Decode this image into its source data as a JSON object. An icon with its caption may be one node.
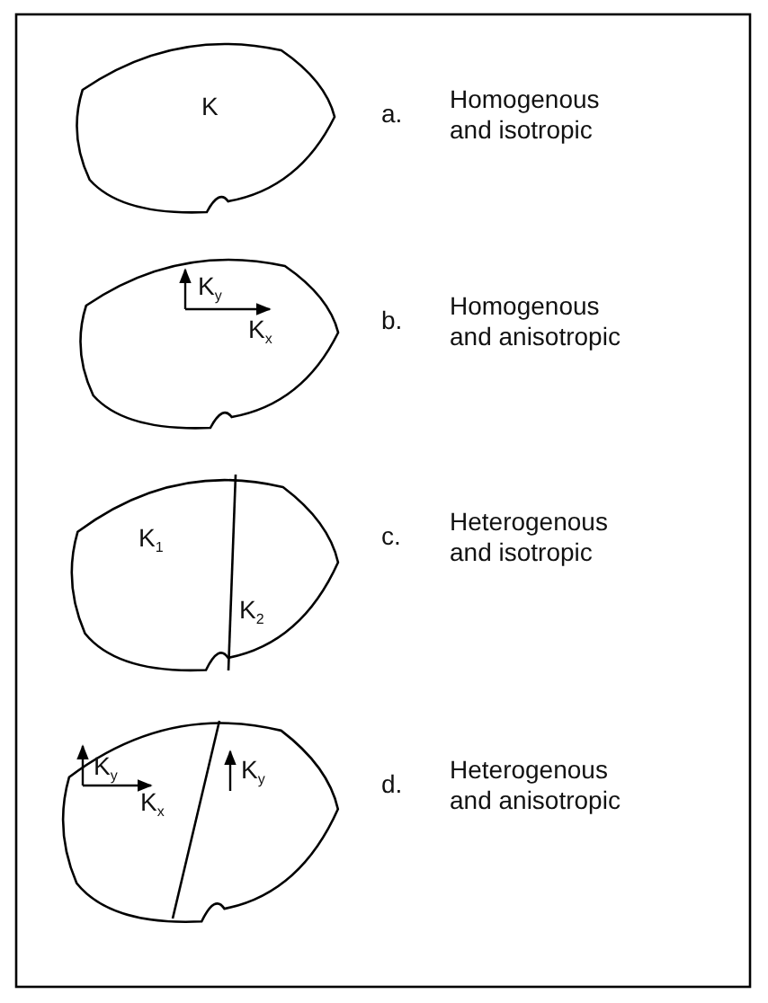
{
  "diagram": {
    "nodes": [
      {
        "text": [
          "K"
        ]
      },
      {
        "text": [
          "K$_{y}$",
          "K$_{x}$"
        ]
      },
      {
        "text": [
          "K$_{1}$",
          "K$_{2}$"
        ]
      },
      {
        "text": [
          "K$_{y}$",
          "K$_{x}$",
          "K$_{y}$"
        ]
      }
    ],
    "labels": [
      "a.",
      "Homogenous and isotropic",
      "b.",
      "Homogenous and anisotropic",
      "c.",
      "Heterogenous and isotropic",
      "d.",
      "Heterogenous and anisotropic"
    ]
  }
}
